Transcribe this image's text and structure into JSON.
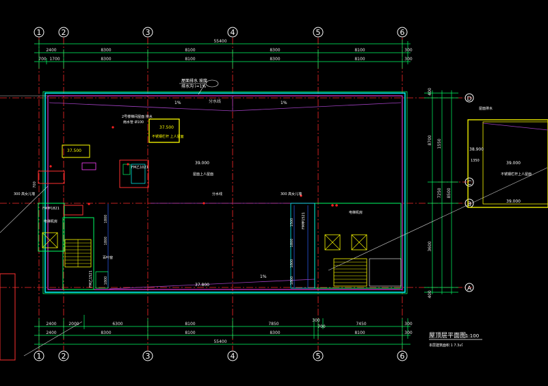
{
  "axes": {
    "columns": [
      "1",
      "2",
      "3",
      "4",
      "5",
      "6"
    ],
    "rows": [
      "D",
      "C",
      "B",
      "A"
    ]
  },
  "dims": {
    "top_total": "55400",
    "top_row1": [
      "2400",
      "8300",
      "8100",
      "8300",
      "8100",
      "300"
    ],
    "top_row2": [
      "700",
      "1700",
      "8300",
      "8100",
      "8300",
      "8100",
      "300"
    ],
    "bottom_row1": [
      "2400",
      "2000",
      "6300",
      "8100",
      "7850",
      "300",
      "7450",
      "300"
    ],
    "bottom_row2": [
      "2400",
      "8300",
      "8100",
      "8300",
      "8100",
      "300"
    ],
    "bottom_total": "55400",
    "bottom_small": [
      "700"
    ],
    "right_vertical": [
      "400",
      "8700",
      "1550",
      "7250",
      "8500",
      "3600",
      "400"
    ],
    "left_small": [
      "700"
    ],
    "stair_dims": [
      "1800",
      "1800",
      "1800",
      "1500",
      "1800",
      "1800",
      "1800"
    ]
  },
  "labels": {
    "roof_note_top": "屋面排水 坡度",
    "roof_note_top2": "排水沟 i=1%",
    "elev_1": "37.500",
    "elev_1_note": "不锈钢栏杆 上人屋面",
    "elev_2": "37.500",
    "elev_3": "39.000",
    "elev_3_note": "屋面上人屋面",
    "elev_4": "37.800",
    "elev_right_1": "39.000",
    "elev_right_1_note": "不锈钢栏杆上人屋面",
    "elev_right_2": "38.900",
    "elev_right_3": "39.000",
    "pipe_note": "2号楼梯间屋面 排水",
    "pipe_note2": "雨水管 Ø100",
    "left_note": "300 高女儿墙",
    "right_note": "300 高女儿墙",
    "door_1": "FM甲1821",
    "door_2": "FM乙1021",
    "door_3": "FM乙1521",
    "door_4": "FM甲1521",
    "room_1": "电梯机房",
    "room_2": "电梯机房",
    "ridge_1": "分水线",
    "ridge_2": "分水线",
    "slope_1": "1%",
    "slope_2": "1%",
    "slope_3": "1%",
    "window_note": "百叶窗",
    "right_top_note": "屋面排水",
    "mark_right": "1350"
  },
  "title": {
    "text": "屋顶层平面图",
    "scale": "1:100",
    "area": "本层建筑面积 1 7.3㎡"
  }
}
